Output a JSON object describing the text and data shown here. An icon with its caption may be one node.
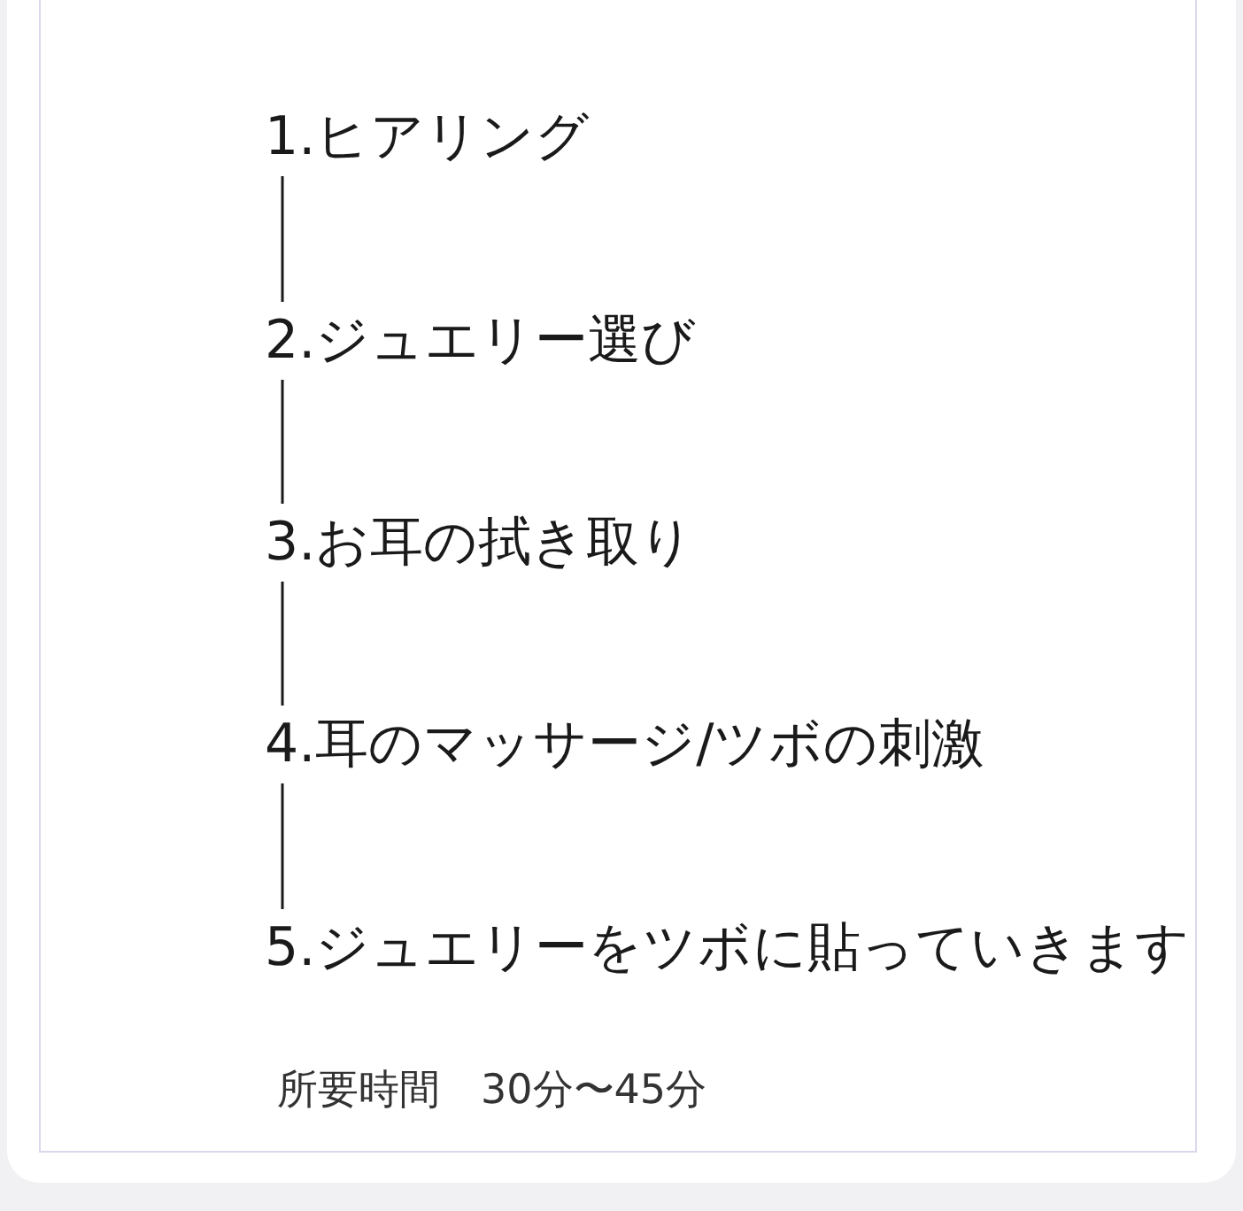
{
  "diagram": {
    "nodes": [
      {
        "text": [
          "所要時間　30分〜45分"
        ]
      },
      {
        "text": [
          "1.ヒアリング"
        ],
        "in": 0
      },
      {
        "text": [
          "2.ジュエリー選び"
        ],
        "in": 0
      },
      {
        "text": [
          "3.お耳の拭き取り"
        ],
        "in": 0
      },
      {
        "text": [
          "4.耳のマッサージ/ツボの刺激"
        ],
        "in": 0
      },
      {
        "text": [
          "5.ジュエリーをツボに貼っていきます"
        ],
        "in": 0
      }
    ],
    "edges": [
      {
        "from": 1,
        "to": 2,
        "arrow": "none"
      },
      {
        "from": 2,
        "to": 3,
        "arrow": "none"
      },
      {
        "from": 3,
        "to": 4,
        "arrow": "none"
      },
      {
        "from": 4,
        "to": 5,
        "arrow": "none"
      }
    ]
  }
}
